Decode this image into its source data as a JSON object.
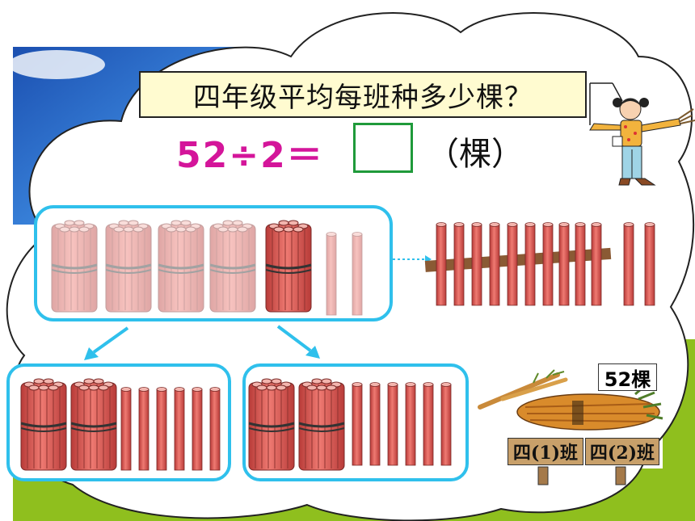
{
  "question": "四年级平均每班种多少棵？",
  "equation": "52÷2＝",
  "unit": "（棵）",
  "total_label": "52棵",
  "class_labels": [
    "四(1)班",
    "四(2)班"
  ],
  "colors": {
    "stick": "#d95a57",
    "box_border": "#2fc0ec",
    "equation": "#d4159a",
    "answer_border": "#1f9a3a",
    "question_bg": "#fffbd0",
    "sky": "#2d6fd1",
    "grass": "#8fbf1e"
  },
  "icons": [
    "girl-figure-icon",
    "tree-saplings-icon"
  ]
}
